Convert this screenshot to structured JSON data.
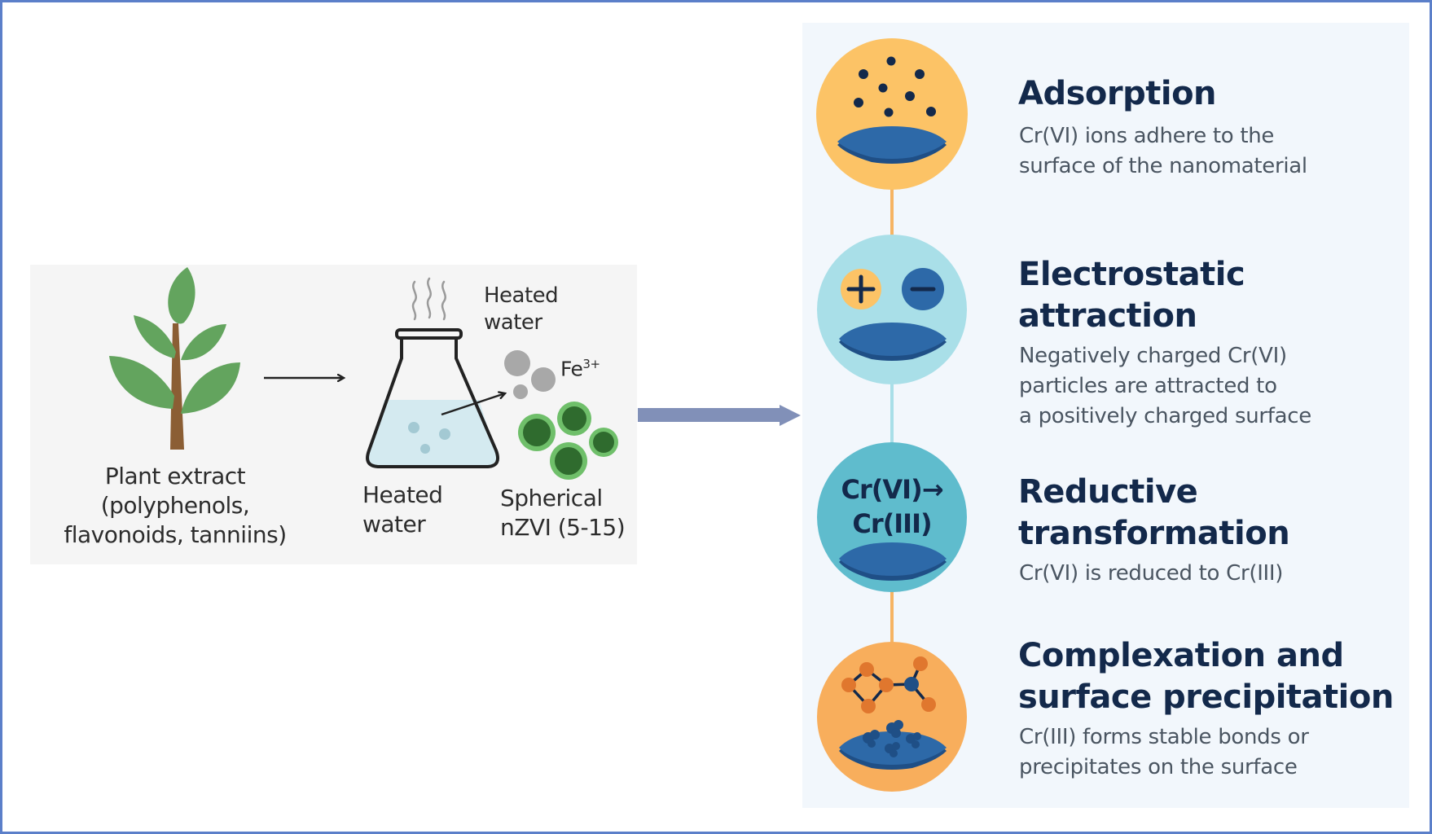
{
  "synthesis": {
    "plant_label": [
      "Plant extract",
      "(polyphenols,",
      "flavonoids, tanniins)"
    ],
    "flask_top_label": [
      "Heated",
      "water"
    ],
    "flask_bottom_label": [
      "Heated",
      "water"
    ],
    "iron_label": "Fe",
    "iron_superscript": "3+",
    "particles_label": [
      "Spherical",
      "nZVI (5-15)"
    ]
  },
  "mechanisms": [
    {
      "id": "adsorption",
      "title": [
        "Adsorption"
      ],
      "description": [
        "Cr(VI) ions adhere to the",
        "surface of the nanomaterial"
      ],
      "circle_color": "#fcc366"
    },
    {
      "id": "electrostatic",
      "title": [
        "Electrostatic",
        "attraction"
      ],
      "description": [
        "Negatively charged Cr(VI)",
        "particles are attracted to",
        "a positively charged surface"
      ],
      "circle_color": "#a9dfe8",
      "plus_symbol": "+",
      "minus_symbol": "−"
    },
    {
      "id": "reductive",
      "title": [
        "Reductive",
        "transformation"
      ],
      "description": [
        "Cr(VI) is reduced to Cr(III)"
      ],
      "circle_color": "#5fbccd",
      "icon_text": [
        "Cr(VI)→",
        "Cr(III)"
      ]
    },
    {
      "id": "complexation",
      "title": [
        "Complexation and",
        "surface precipitation"
      ],
      "description": [
        "Cr(III) forms stable bonds or",
        "precipitates on the surface"
      ],
      "circle_color": "#f8ae5c"
    }
  ],
  "colors": {
    "frame_border": "#5b7fc9",
    "title_navy": "#13294b",
    "surface_blue": "#2d69a8",
    "surface_shadow": "#1f4f86",
    "leaf_green": "#63a45e",
    "stem_brown": "#8b5e34",
    "nzvi_dark": "#2f6b2e",
    "nzvi_ring": "#6fbf6a",
    "iron_gray": "#a8a8a8",
    "flow_arrow": "#8190b8",
    "connector_orange": "#f6b463",
    "connector_blue": "#a9dfe8"
  }
}
